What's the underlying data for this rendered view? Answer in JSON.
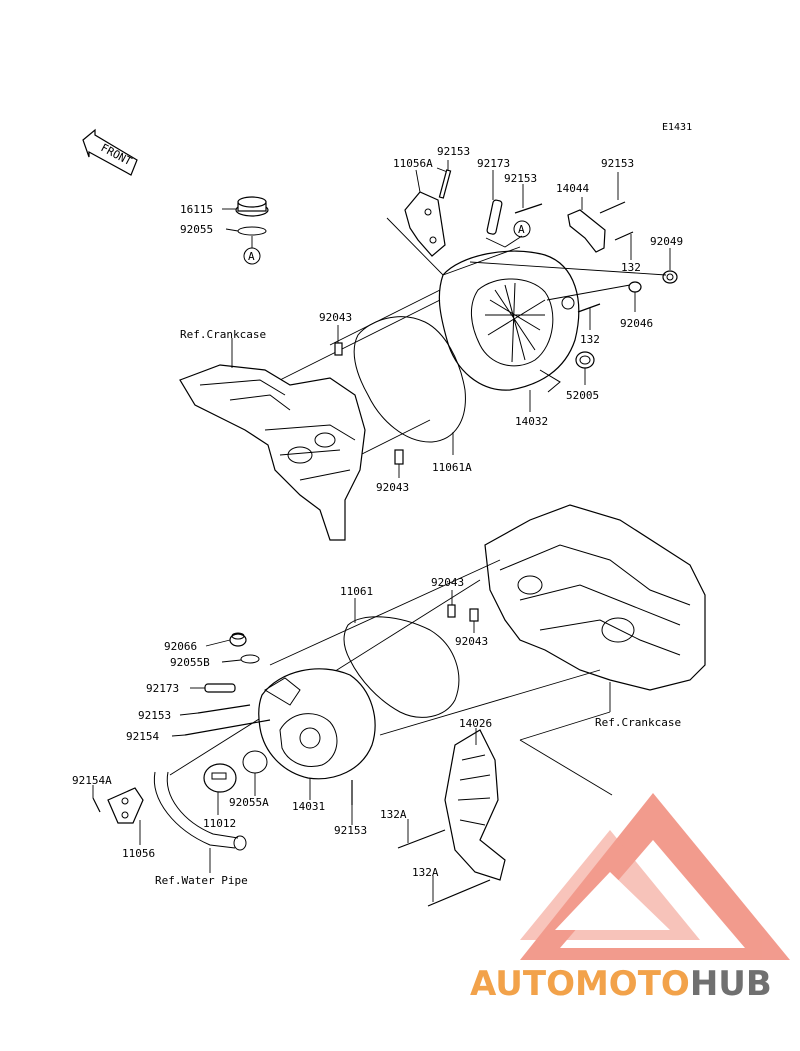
{
  "diagram_code": "E1431",
  "front_label": "FRONT",
  "ref_marker": "A",
  "labels": {
    "p16115": "16115",
    "p92055": "92055",
    "p11056A": "11056A",
    "p92153_a": "92153",
    "p92173_a": "92173",
    "p92153_b": "92153",
    "p14044": "14044",
    "p92153_c": "92153",
    "p132_a": "132",
    "p92049": "92049",
    "p92046": "92046",
    "p132_b": "132",
    "p52005": "52005",
    "p14032": "14032",
    "p92043_a": "92043",
    "p11061A": "11061A",
    "p92043_b": "92043",
    "ref_crankcase_top": "Ref.Crankcase",
    "p11061": "11061",
    "p92043_c": "92043",
    "p92043_d": "92043",
    "p92066": "92066",
    "p92055B": "92055B",
    "p92173_b": "92173",
    "p92153_d": "92153",
    "p92154": "92154",
    "p92154A": "92154A",
    "p92055A": "92055A",
    "p14031": "14031",
    "p11012": "11012",
    "p11056": "11056",
    "ref_water_pipe": "Ref.Water Pipe",
    "p92153_e": "92153",
    "p132A_a": "132A",
    "p132A_b": "132A",
    "p14026": "14026",
    "ref_crankcase_bottom": "Ref.Crankcase"
  },
  "watermark": {
    "prefix": "AUTOMOTO",
    "suffix": "HUB",
    "color_primary": "#f08a7a",
    "color_secondary": "#f7b14a",
    "color_dark": "#707070"
  }
}
